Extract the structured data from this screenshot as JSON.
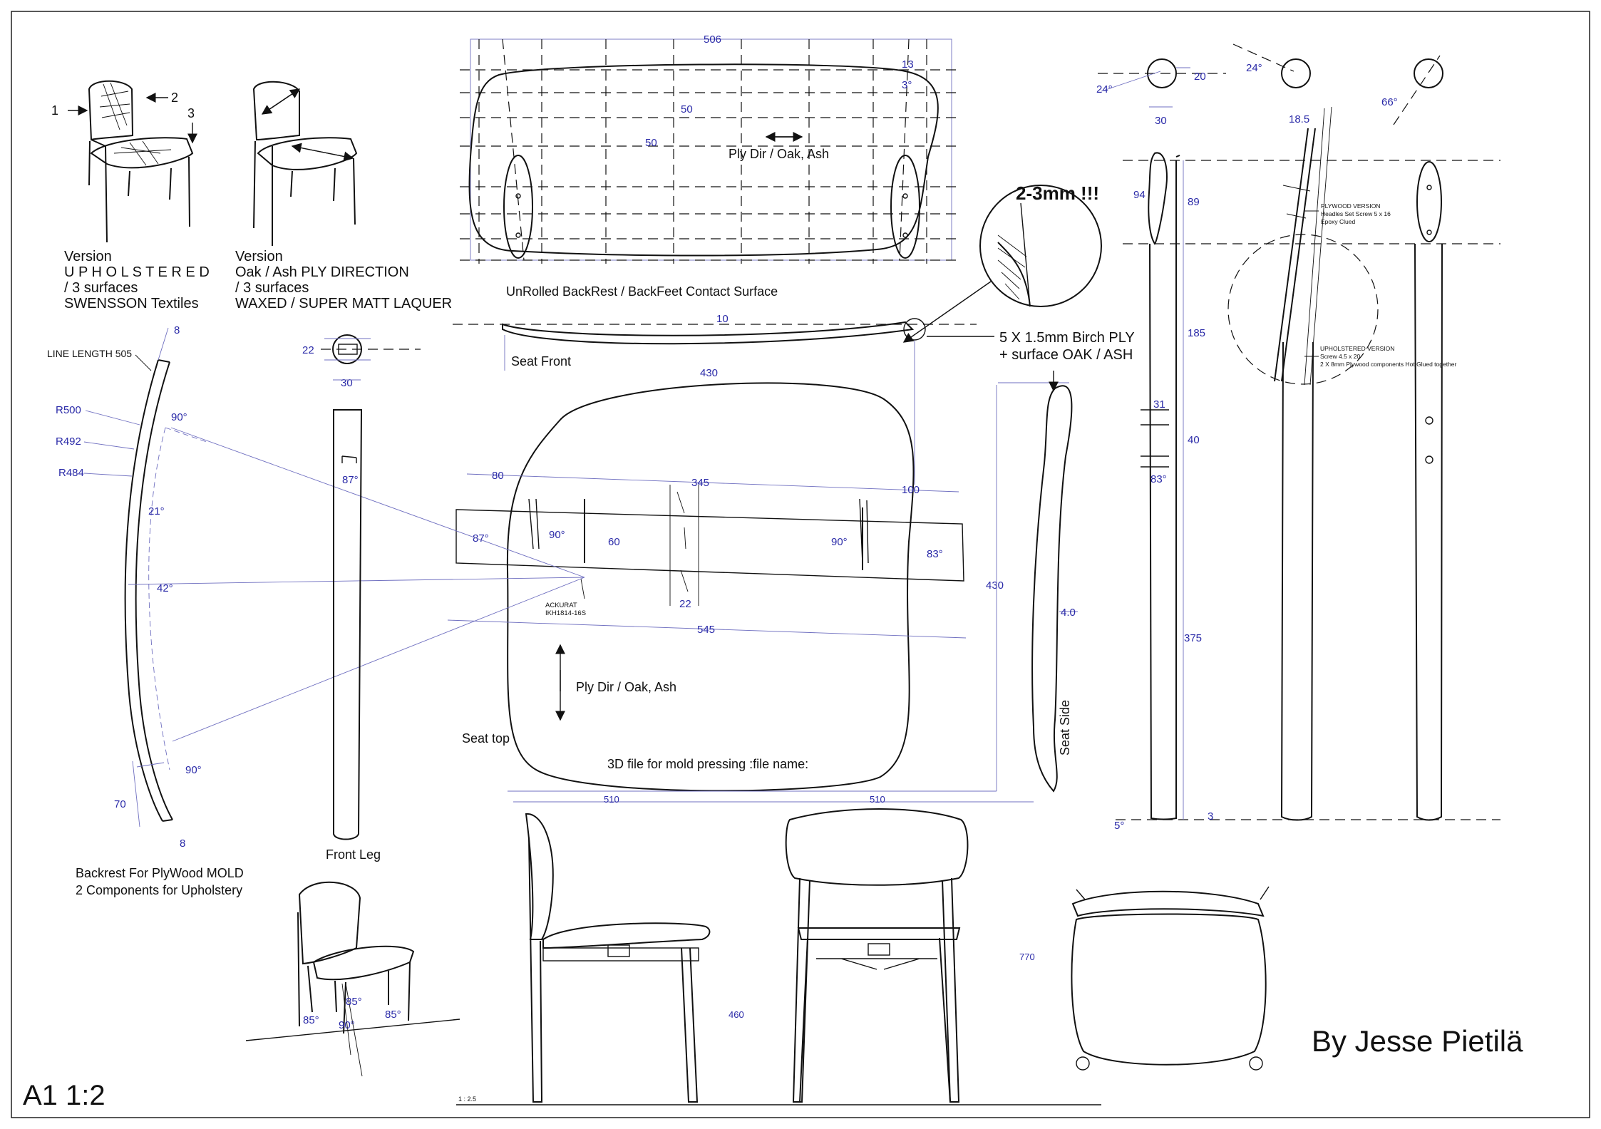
{
  "notes": {
    "upholstered": [
      "Version",
      "U P H O L S T E R E D",
      "/ 3 surfaces",
      "SWENSSON Textiles"
    ],
    "ply": [
      "Version",
      "Oak / Ash PLY DIRECTION",
      "/ 3 surfaces",
      "WAXED / SUPER MATT LAQUER"
    ],
    "callouts": [
      "1",
      "2",
      "3"
    ],
    "unrolled": "UnRolled BackRest / BackFeet Contact Surface",
    "ply_dir_back": "Ply Dir / Oak, Ash",
    "ply_dir_seat": "Ply Dir / Oak, Ash",
    "thickness": "2-3mm !!!",
    "birch": [
      "5 X 1.5mm Birch PLY",
      "+ surface OAK / ASH"
    ],
    "seat_front": "Seat Front",
    "seat_top": "Seat top",
    "seat_side": "Seat Side",
    "mold_file": "3D file for mold pressing :file name:",
    "line_length": "LINE LENGTH 505",
    "backrest": [
      "Backrest For PlyWood MOLD",
      "2 Components for Upholstery"
    ],
    "front_leg": "Front Leg",
    "ackurat": [
      "ACKURAT",
      "IKH1814-16S"
    ],
    "plywood_version": [
      "PLYWOOD VERSION",
      "Headles Set Screw 5 x 16",
      "Epoxy Clued"
    ],
    "upholstered_version": [
      "UPHOLSTERED VERSION",
      "Screw 4.5 x 20",
      "2 X 8mm Plywood components Hot Glued together"
    ],
    "author": "By Jesse Pietilä",
    "sheet_scale": "A1 1:2",
    "small_scale": "1 : 2.5"
  },
  "dims": {
    "unrolled": {
      "w": "506",
      "a": "50",
      "b": "50",
      "c": "13",
      "d": "3°"
    },
    "seat_front": "10",
    "seat_top": {
      "w": "430",
      "front": "80",
      "mid": "345",
      "side": "100",
      "h": "60",
      "a1": "87°",
      "a2": "90°",
      "a3": "90°",
      "a4": "83°",
      "w2": "22",
      "total": "545",
      "depth": "430",
      "thk": "4.0"
    },
    "backrest": {
      "t1": "8",
      "r1": "R500",
      "r2": "R492",
      "r3": "R484",
      "a1": "90°",
      "a2": "21°",
      "a3": "42°",
      "a4": "90°",
      "h": "70",
      "t2": "8"
    },
    "front_leg": {
      "w": "22",
      "h": "30",
      "a": "87°"
    },
    "rear_leg": {
      "a1": "24°",
      "w1": "20",
      "a2": "24°",
      "a3": "66°",
      "d": "30",
      "s": "18.5",
      "h1": "94",
      "h2": "89",
      "h3": "185",
      "d2": "31",
      "h4": "40",
      "a4": "83°",
      "h5": "375",
      "a5": "5°",
      "t": "3"
    },
    "chair_views": {
      "w1": "510",
      "w2": "510",
      "h": "770",
      "seat_h": "460"
    },
    "small_chair": {
      "a1": "85°",
      "a2": "85°",
      "a3": "90°",
      "a4": "85°"
    }
  }
}
